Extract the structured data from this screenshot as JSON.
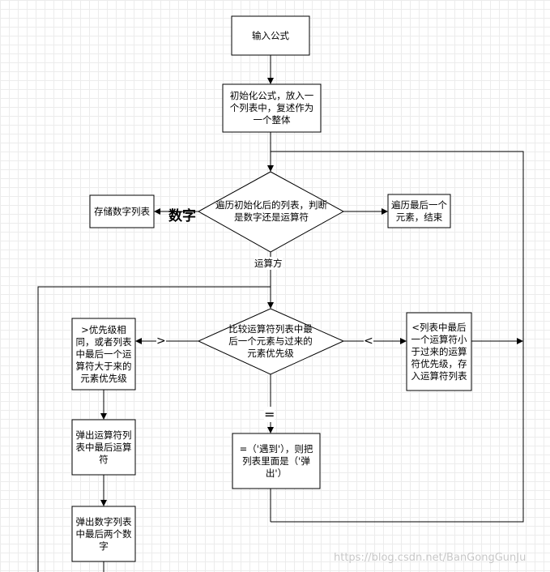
{
  "nodes": {
    "input_formula": "输入公式",
    "init_formula": "初始化公式，放入一\n个列表中，复述作为\n一个整体",
    "traverse_decision": "遍历初始化后的列表，判断\n是数字还是运算符",
    "store_number_list": "存储数字列表",
    "traverse_last": "遍历最后一个\n元素，结束",
    "compare_decision": "比较运算符列表中最\n后一个元素与过来的\n元素优先级",
    "greater_priority": ">优先级相\n同，或者列表\n中最后一个运\n算符大于来的\n元素优先级",
    "less_priority": "<列表中最后\n一个运算符小\n于过来的运算\n符优先级，存\n入运算符列表",
    "pop_operator": "弹出运算符列\n表中最后运算\n符",
    "pop_numbers": "弹出数字列表\n中最后两个数\n字",
    "equal_paren": "=（'遇到'），则把\n列表里面是（'弹\n出'）"
  },
  "edge_labels": {
    "number": "数字",
    "operator": "运算方",
    "gt_symbol": ">",
    "lt_symbol": "<",
    "eq_symbol": "="
  },
  "watermark": "https://blog.csdn.net/BanGongGunJu"
}
